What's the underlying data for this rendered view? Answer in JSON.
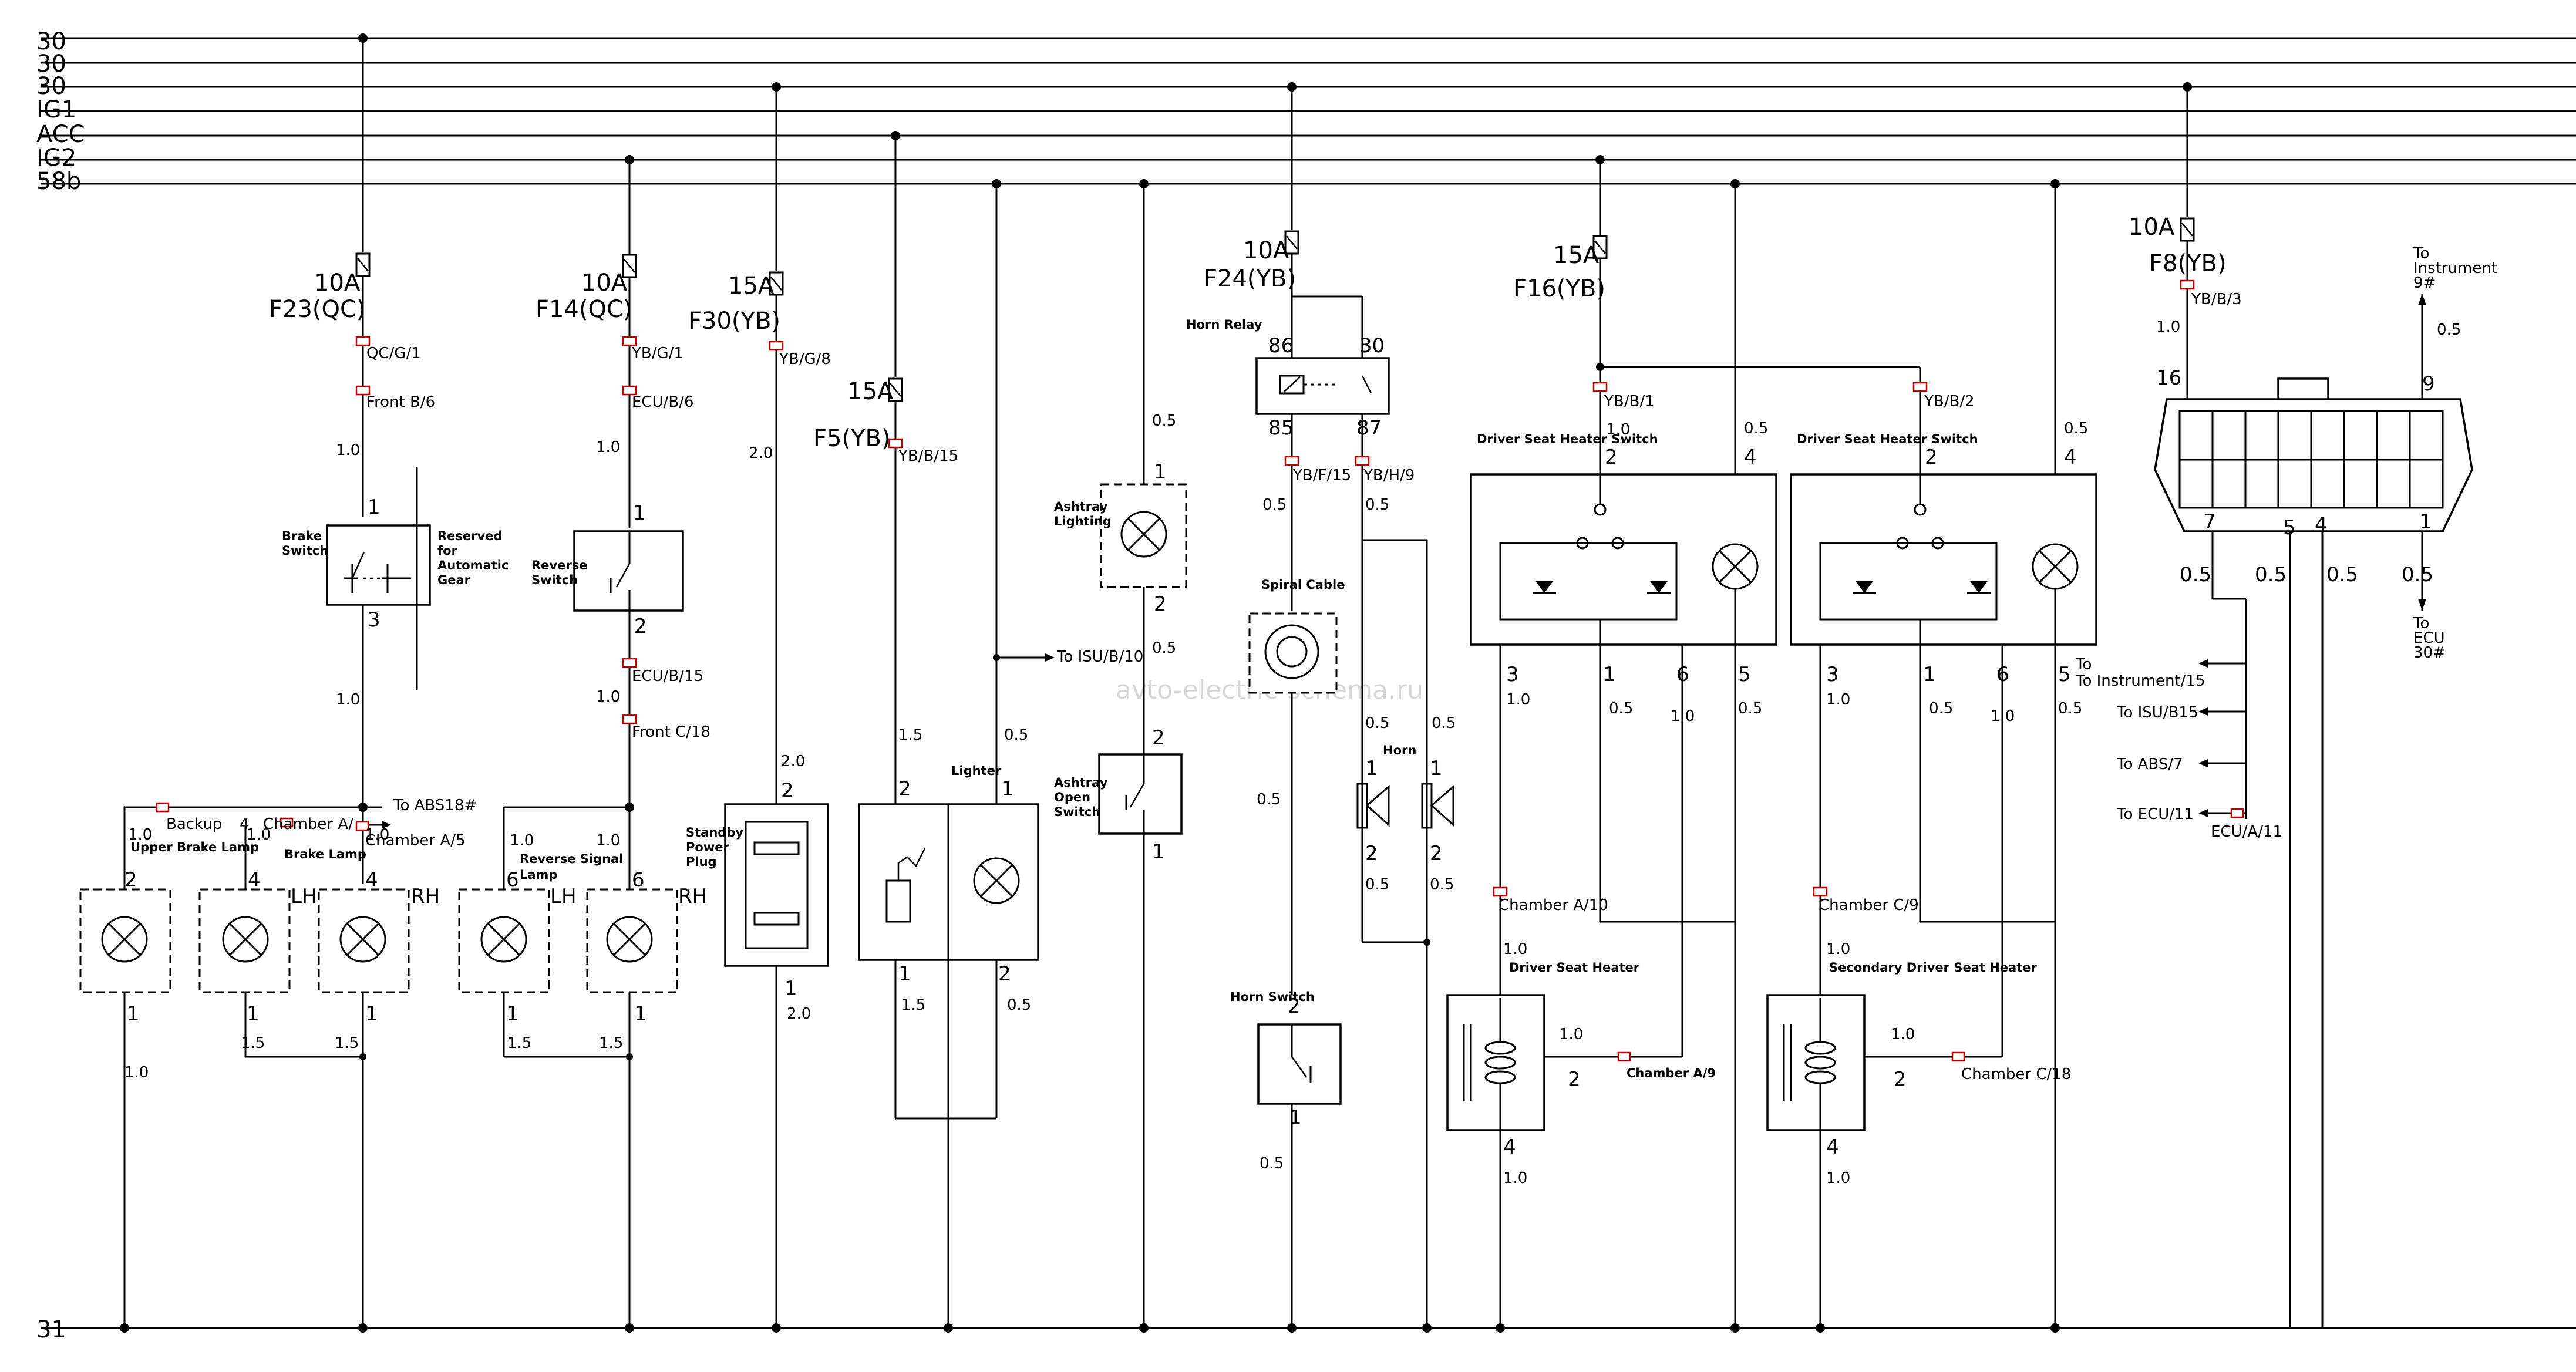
{
  "bus": {
    "labels": [
      "30",
      "30",
      "30",
      "IG1",
      "ACC",
      "IG2",
      "58b"
    ],
    "ground": "31"
  },
  "watermark": "avto-electric-schema.ru",
  "fuses": {
    "f23": {
      "rating": "10A",
      "name": "F23(QC)"
    },
    "f14": {
      "rating": "10A",
      "name": "F14(QC)"
    },
    "f30": {
      "rating": "15A",
      "name": "F30(YB)"
    },
    "f5": {
      "rating": "15A",
      "name": "F5(YB)"
    },
    "f24": {
      "rating": "10A",
      "name": "F24(YB)"
    },
    "f16": {
      "rating": "15A",
      "name": "F16(YB)"
    },
    "f8": {
      "rating": "10A",
      "name": "F8(YB)"
    }
  },
  "connectors": {
    "qc_g_1": "QC/G/1",
    "front_b6": "Front B/6",
    "yb_g_1": "YB/G/1",
    "ecu_b_6": "ECU/B/6",
    "ecu_b_15": "ECU/B/15",
    "front_c18": "Front C/18",
    "yb_g_8": "YB/G/8",
    "yb_b_15": "YB/B/15",
    "yb_f_15": "YB/F/15",
    "yb_h_9": "YB/H/9",
    "yb_b_1": "YB/B/1",
    "yb_b_2": "YB/B/2",
    "yb_b_3": "YB/B/3",
    "backup": "Backup",
    "chamber_a_top": "Chamber A/",
    "chamber_a5": "Chamber A/5",
    "to_abs18": "To ABS18#",
    "to_isu_b10": "To ISU/B/10",
    "chamber_a10": "Chamber A/10",
    "chamber_a9": "Chamber A/9",
    "chamber_c9": "Chamber C/9",
    "chamber_c18": "Chamber C/18",
    "ecu_a_11": "ECU/A/11"
  },
  "components": {
    "brake_switch": "Brake Switch",
    "reserved": "Reserved for Automatic Gear",
    "reverse_switch": "Reverse Switch",
    "upper_brake_lamp": "Upper Brake Lamp",
    "brake_lamp": "Brake Lamp",
    "reverse_signal_lamp": "Reverse Signal Lamp",
    "standby_power_plug": "Standby Power Plug",
    "lighter": "Lighter",
    "ashtray_lighting": "Ashtray Lighting",
    "ashtray_open_switch": "Ashtray Open Switch",
    "horn_relay": "Horn Relay",
    "spiral_cable": "Spiral Cable",
    "horn": "Horn",
    "horn_switch": "Horn Switch",
    "driver_seat_heater_switch": "Driver Seat Heater Switch",
    "driver_seat_heater": "Driver Seat Heater",
    "secondary_driver_seat_heater": "Secondary Driver Seat Heater",
    "lh": "LH",
    "rh": "RH"
  },
  "obd": {
    "to_instrument_9": "To Instrument 9#",
    "to_ecu_30": "To ECU 30#",
    "to_instrument_15": "To Instrument/15",
    "to_isu_b15": "To ISU/B15",
    "to_abs_7": "To ABS/7",
    "to_ecu_11": "To ECU/11"
  }
}
